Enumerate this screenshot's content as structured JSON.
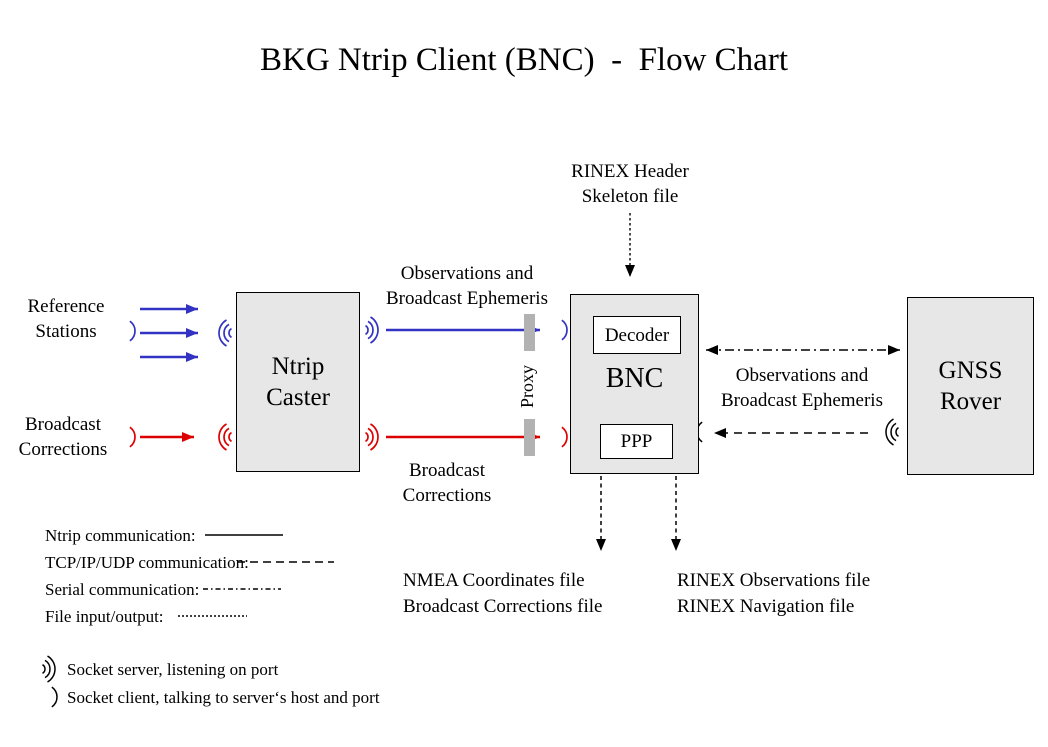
{
  "title": "BKG Ntrip Client (BNC)  -  Flow Chart",
  "colors": {
    "ntrip_blue": "#3232c3",
    "corrections_red": "#dd0000",
    "box_fill": "#e7e7e7",
    "proxy_gray": "#b2b2b2",
    "line_black": "#000000"
  },
  "nodes": {
    "ntrip_caster": {
      "label": "Ntrip\nCaster"
    },
    "bnc": {
      "label": "BNC",
      "decoder_label": "Decoder",
      "ppp_label": "PPP"
    },
    "gnss_rover": {
      "label": "GNSS\nRover"
    }
  },
  "inputs": {
    "reference_stations": "Reference\nStations",
    "broadcast_corrections": "Broadcast\nCorrections"
  },
  "edge_labels": {
    "obs_ephemeris_left": "Observations and\nBroadcast Ephemeris",
    "broadcast_corrections_mid": "Broadcast\nCorrections",
    "obs_ephemeris_right": "Observations and\nBroadcast Ephemeris",
    "rinex_header": "RINEX Header\nSkeleton file",
    "proxy": "Proxy"
  },
  "outputs": {
    "nmea_files": "NMEA Coordinates file\nBroadcast Corrections file",
    "rinex_files": "RINEX Observations file\nRINEX Navigation file"
  },
  "legend": {
    "items": [
      {
        "label": "Ntrip communication:",
        "style": "solid"
      },
      {
        "label": "TCP/IP/UDP communication:",
        "style": "dashed"
      },
      {
        "label": "Serial communication:",
        "style": "dashdot"
      },
      {
        "label": "File input/output:",
        "style": "dotted"
      }
    ],
    "socket_server": "Socket server, listening on port",
    "socket_client": "Socket client, talking to server‘s host and port"
  }
}
